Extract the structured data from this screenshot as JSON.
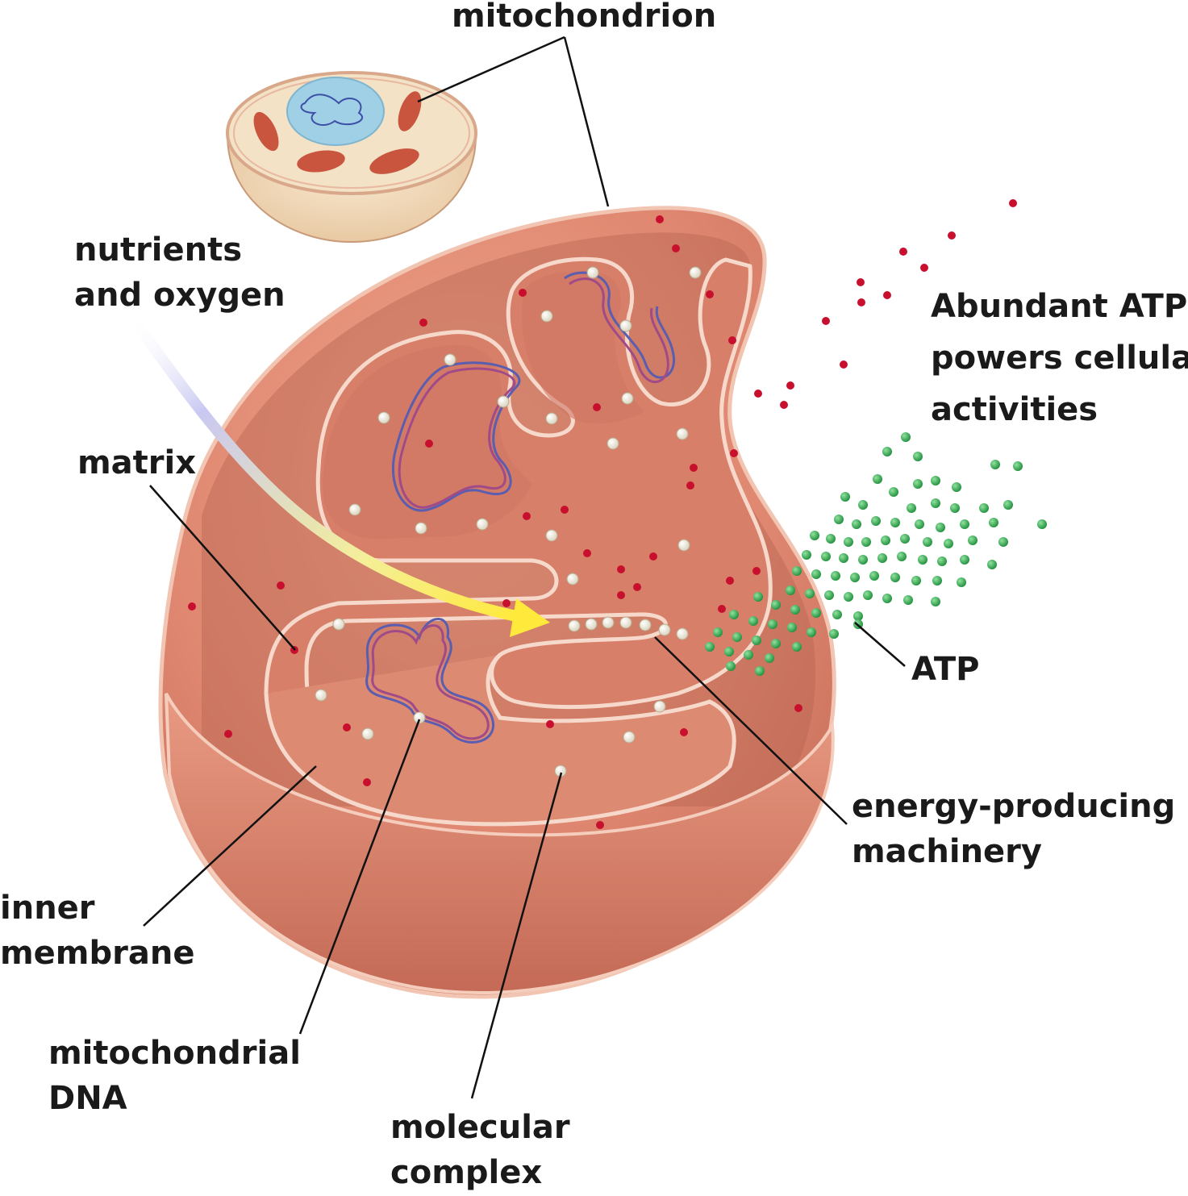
{
  "labels": {
    "mitochondrion": "mitochondrion",
    "nutrients": [
      "nutrients",
      "and oxygen"
    ],
    "matrix": "matrix",
    "abundant_atp": [
      "Abundant ATP",
      "powers cellular",
      "activities"
    ],
    "atp": "ATP",
    "energy_machinery": [
      "energy-producing",
      "machinery"
    ],
    "inner_membrane": [
      "inner",
      "membrane"
    ],
    "mito_dna": [
      "mitochondrial",
      "DNA"
    ],
    "molecular_complex": [
      "molecular",
      "complex"
    ]
  },
  "colors": {
    "outer_membrane": "#e08a72",
    "membrane_edge": "#f6d2c4",
    "matrix": "#d9826c",
    "cell_cytoplasm": "#f2dcc0",
    "nucleus": "#9fd0e6",
    "small_molecules": "#c8102e",
    "atp_molecules": "#2aa84a",
    "molecular_complex": "#f4efe2",
    "arrow_start": "#c9c8f2",
    "arrow_end": "#ffe93a",
    "leader_line": "#111111"
  }
}
